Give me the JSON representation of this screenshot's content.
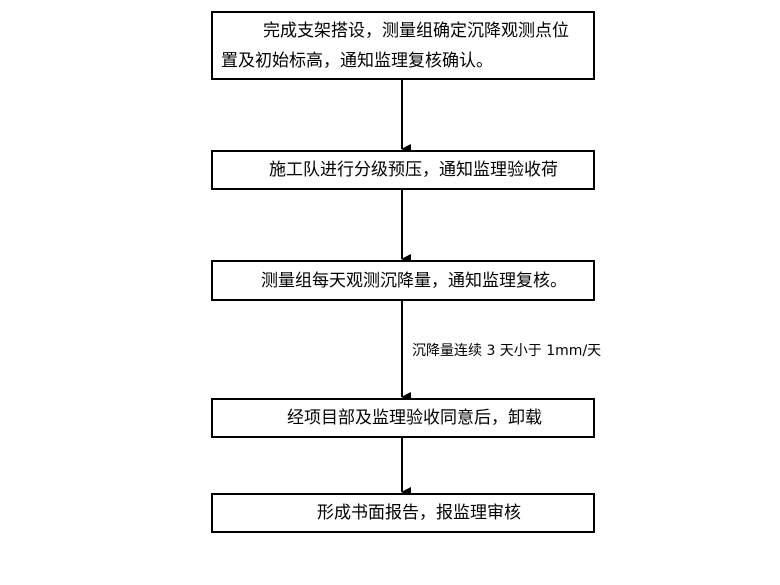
{
  "steps": [
    {
      "line1": "完成支架搭设，测量组确定沉降观测点位",
      "line2": "置及初始标高，通知监理复核确认。"
    },
    {
      "text": "施工队进行分级预压，通知监理验收荷"
    },
    {
      "text": "测量组每天观测沉降量，通知监理复核。"
    },
    {
      "text": "经项目部及监理验收同意后，卸载"
    },
    {
      "text": "形成书面报告，报监理审核"
    }
  ],
  "condition": "沉降量连续 3 天小于 1mm/天",
  "colors": {
    "line": "#000000",
    "background": "#ffffff"
  }
}
